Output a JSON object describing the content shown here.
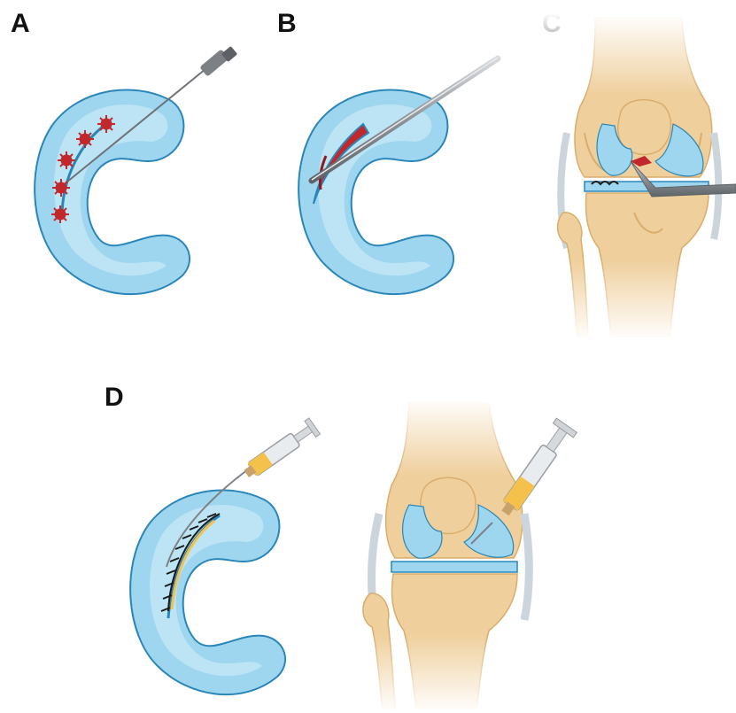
{
  "panels": {
    "a": {
      "label": "A"
    },
    "b": {
      "label": "B"
    },
    "c": {
      "label": "C"
    },
    "d": {
      "label": "D"
    }
  },
  "colors": {
    "meniscus_fill": "#9fd6ef",
    "meniscus_inner": "#c6e8f7",
    "meniscus_edge": "#2a86b8",
    "bone": "#efcf9c",
    "bone_shadow": "#d9ad6c",
    "tear_red": "#c0282b",
    "serum_yellow": "#f4c24b",
    "suture": "#1a1a1a",
    "steel": "#9a9ea3"
  },
  "icons": [
    "needle-icon",
    "arthroscopic-probe-icon",
    "syringe-icon",
    "suture-icon"
  ]
}
